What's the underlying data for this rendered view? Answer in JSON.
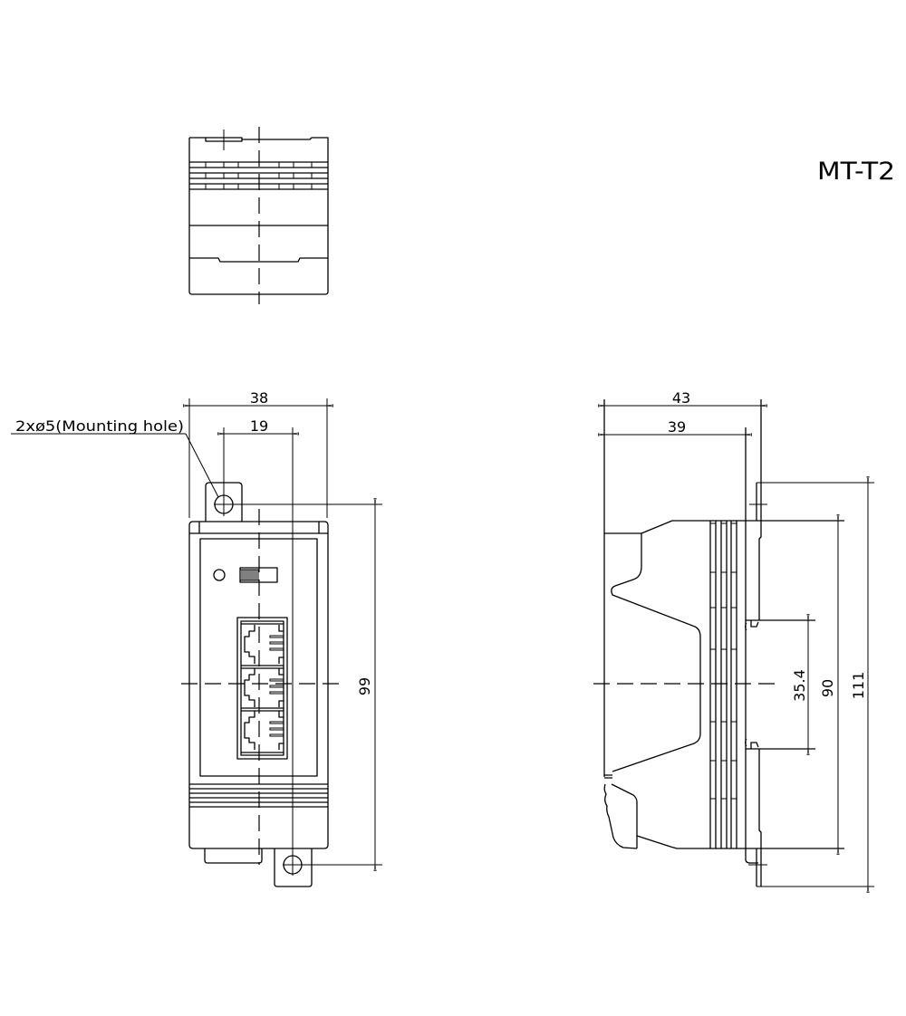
{
  "drawing": {
    "title": "MT-T2",
    "line_color": "#000000",
    "background": "#ffffff"
  },
  "annotations": {
    "mounting_hole": "2xø5(Mounting hole)"
  },
  "dimensions": {
    "front": {
      "overall_width": "38",
      "hole_offset_horizontal": "19",
      "hole_spacing_vertical": "99"
    },
    "side": {
      "overall_depth": "43",
      "body_depth": "39",
      "din_rail_width": "35.4",
      "body_height": "90",
      "overall_height": "111"
    }
  },
  "views": [
    {
      "name": "top-view"
    },
    {
      "name": "front-view"
    },
    {
      "name": "side-view"
    }
  ]
}
